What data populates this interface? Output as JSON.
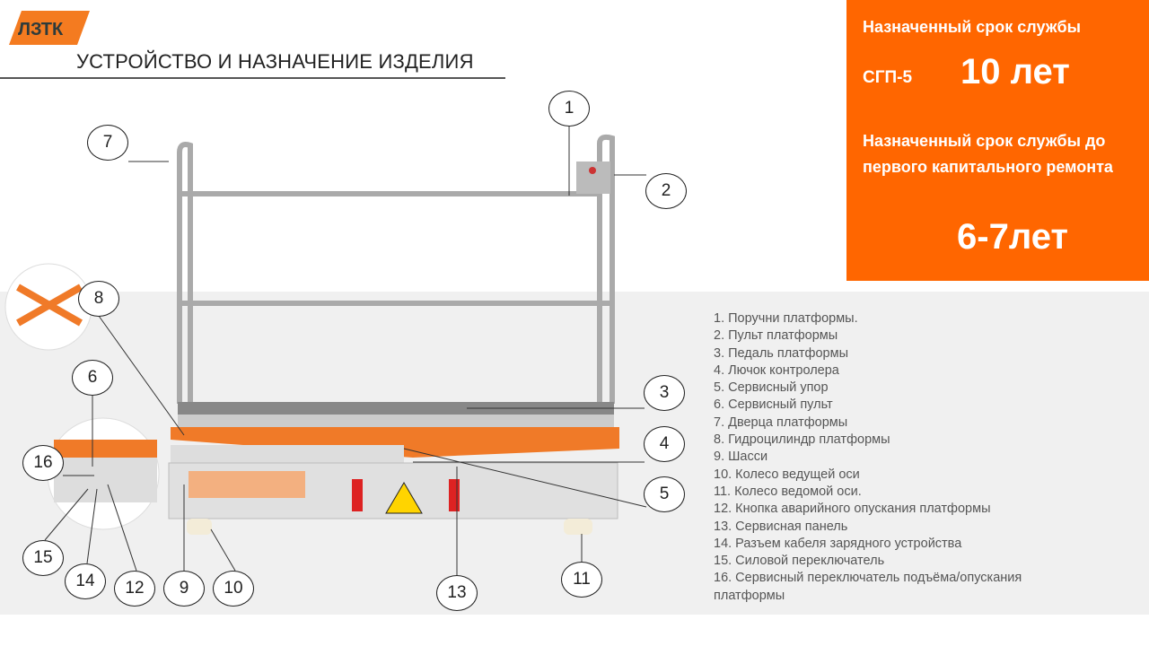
{
  "logo": {
    "text": "ЛЗТК"
  },
  "header": {
    "title": "УСТРОЙСТВО И НАЗНАЧЕНИЕ ИЗДЕЛИЯ"
  },
  "service_life": {
    "label": "Назначенный срок службы",
    "model": "СГП-5",
    "value": "10 лет",
    "overhaul_label": "Назначенный срок службы до первого капитального ремонта",
    "overhaul_value": "6-7лет"
  },
  "callouts": [
    "1",
    "2",
    "3",
    "4",
    "5",
    "6",
    "7",
    "8",
    "9",
    "10",
    "11",
    "12",
    "13",
    "14",
    "15",
    "16"
  ],
  "legend": [
    "1. Поручни платформы.",
    "2. Пульт платформы",
    "3.  Педаль платформы",
    "4.  Лючок контролера",
    "5.  Сервисный упор",
    "6.  Сервисный пульт",
    "7.  Дверца платформы",
    "8.  Гидроцилиндр  платформы",
    "9.  Шасси",
    "10. Колесо ведущей  оси",
    "11. Колесо ведомой оси.",
    "12. Кнопка  аварийного опускания  платформы",
    "13. Сервисная панель",
    "14. Разъем кабеля зарядного устройства",
    "15. Силовой переключатель",
    "16. Сервисный переключатель  подъёма/опускания платформы"
  ]
}
